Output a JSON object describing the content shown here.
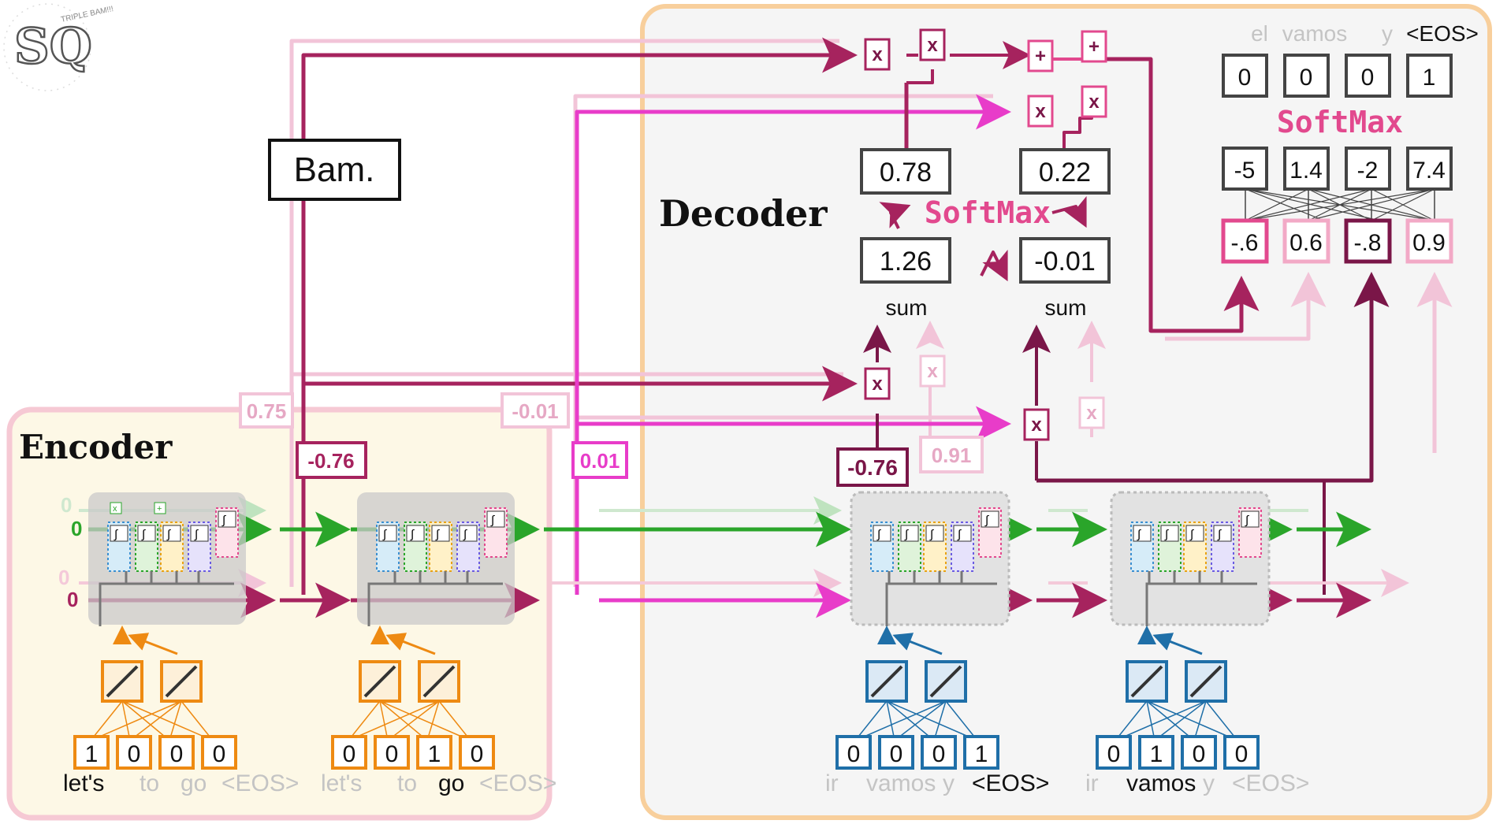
{
  "logo": {
    "text": "SQ",
    "small_text": "TRIPLE BAM!!!"
  },
  "bam_label": "Bam.",
  "encoder": {
    "title": "Encoder",
    "init_short": "0",
    "init_long": "0",
    "inputs": [
      {
        "onehot": [
          "1",
          "0",
          "0",
          "0"
        ],
        "tokens": [
          "let's",
          "to",
          "go",
          "<EOS>"
        ],
        "active": 0
      },
      {
        "onehot": [
          "0",
          "0",
          "1",
          "0"
        ],
        "tokens": [
          "let's",
          "to",
          "go",
          "<EOS>"
        ],
        "active": 2
      }
    ],
    "values": {
      "a": "0.75",
      "b": "-0.76",
      "c": "-0.01",
      "d": "0.01"
    }
  },
  "decoder": {
    "title": "Decoder",
    "inputs": [
      {
        "onehot": [
          "0",
          "0",
          "0",
          "1"
        ],
        "tokens": [
          "ir",
          "vamos",
          "y",
          "<EOS>"
        ],
        "active": 3
      },
      {
        "onehot": [
          "0",
          "1",
          "0",
          "0"
        ],
        "tokens": [
          "ir",
          "vamos",
          "y",
          "<EOS>"
        ],
        "active": 1
      }
    ],
    "values": {
      "a": "-0.76",
      "b": "0.91"
    }
  },
  "attention": {
    "ops_mult": "x",
    "ops_add": "+",
    "weights": [
      "0.78",
      "0.22"
    ],
    "softmax_label": "SoftMax",
    "scores": [
      "1.26",
      "-0.01"
    ],
    "sum_labels": [
      "sum",
      "sum"
    ]
  },
  "output": {
    "vocab": [
      "el",
      "vamos",
      "y",
      "<EOS>"
    ],
    "onehot": [
      "0",
      "0",
      "0",
      "1"
    ],
    "softmax_label": "SoftMax",
    "logits": [
      "-5",
      "1.4",
      "-2",
      "7.4"
    ],
    "fc_inputs": [
      "-.6",
      "0.6",
      "-.8",
      "0.9"
    ]
  },
  "colors": {
    "encoder_bg": "#fdf8e6",
    "encoder_border": "#f6c9d4",
    "decoder_bg": "#f5f5f5",
    "decoder_border": "#f8cf9c",
    "orange": "#ee8a12",
    "blue": "#1f6fa8",
    "green": "#2aa52a",
    "magenta": "#e83cc9",
    "crimson": "#a6235e",
    "pink": "#e2498e"
  }
}
